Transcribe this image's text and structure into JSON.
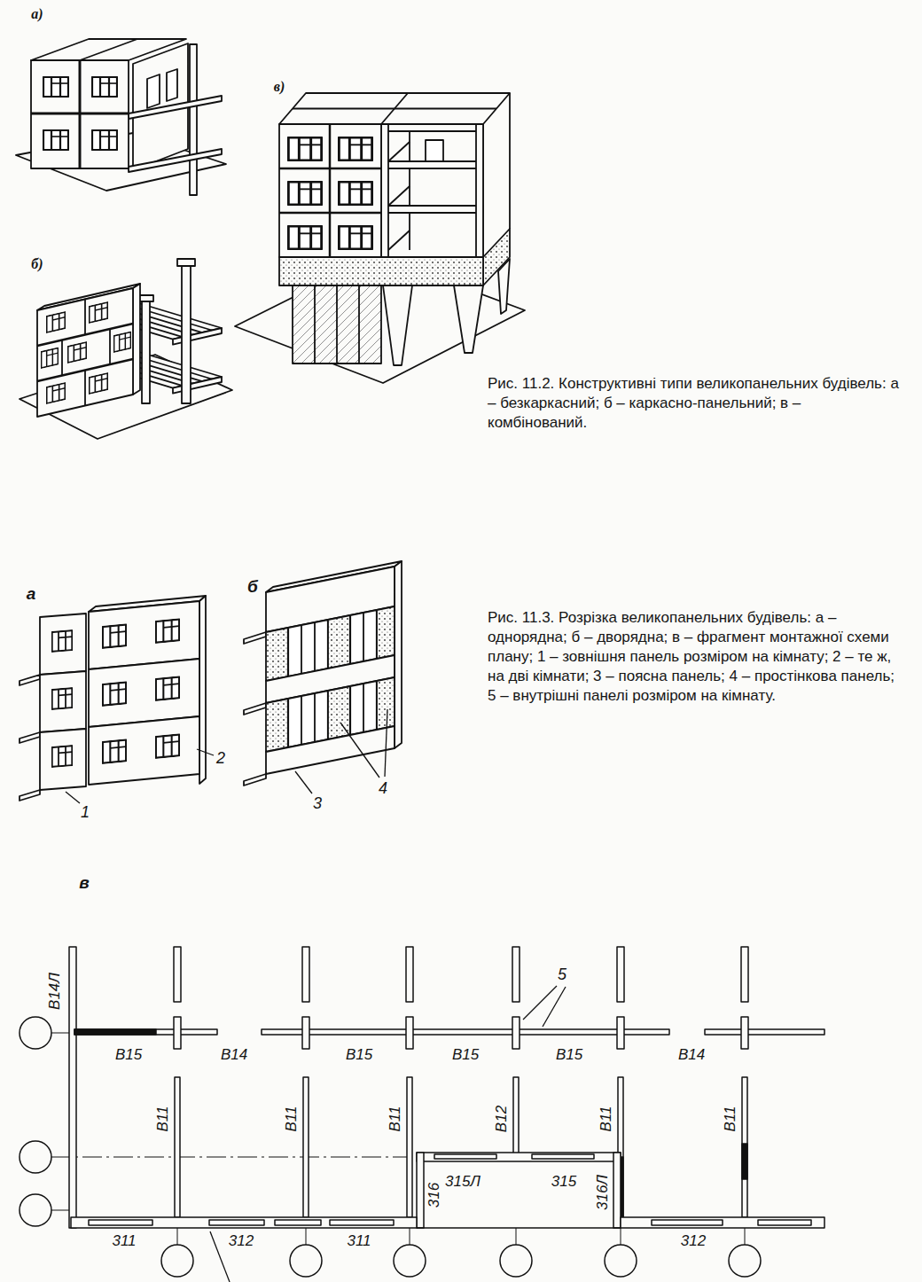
{
  "diagram": {
    "labels": [
      "а)",
      "б)",
      "в)",
      "Рис. 11.2. Конструктивні типи великопанельних будівель: а – безкаркасний; б – каркасно-панельний; в – комбінований.",
      "а",
      "б",
      "Рис. 11.3. Розрізка великопанельних будівель: а – однорядна; б – дворядна; в – фрагмент монтажної схеми плану; 1 – зовнішня панель розміром на кімнату; 2 – те ж, на дві кімнати; 3 – поясна панель; 4 – простінкова панель; 5 – внутрішні панелі розміром на кімнату.",
      "1",
      "2",
      "4",
      "3",
      "в",
      "5",
      "В15",
      "В14",
      "В15",
      "В15",
      "В15",
      "В14",
      "В14Л",
      "В11",
      "В11",
      "В11",
      "В12",
      "В11",
      "В11",
      "315Л",
      "315",
      "316",
      "316Л",
      "311",
      "312",
      "311",
      "312"
    ]
  }
}
